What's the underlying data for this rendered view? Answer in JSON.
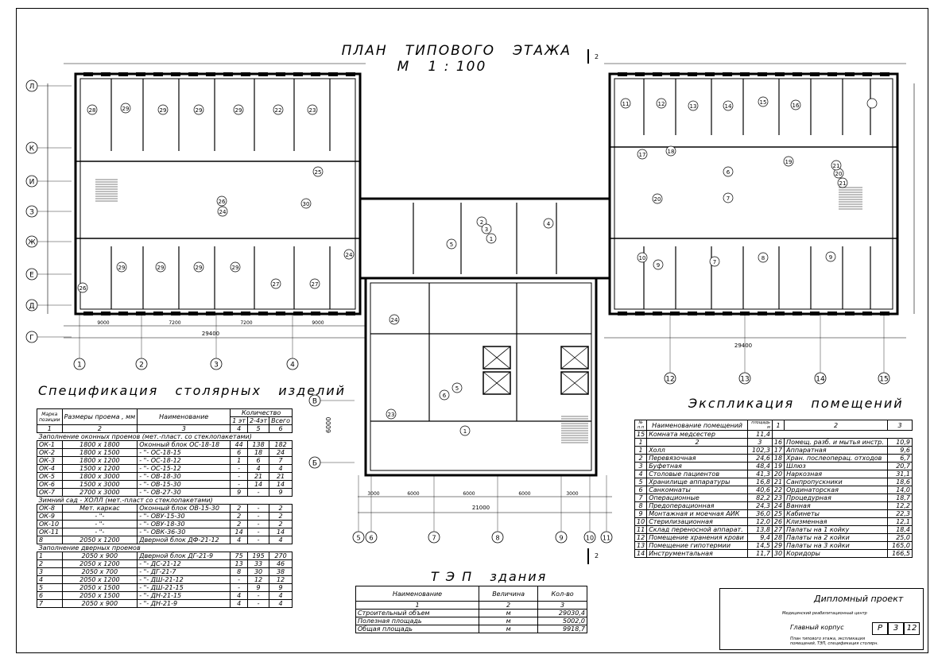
{
  "plan": {
    "title": "ПЛАН   ТИПОВОГО   ЭТАЖА",
    "scale": "М   1 : 100",
    "axis_letters": [
      "Л",
      "К",
      "И",
      "З",
      "Ж",
      "Е",
      "Д",
      "Г",
      "В",
      "Б"
    ],
    "axis_numbers_left": [
      "1",
      "2",
      "3",
      "4"
    ],
    "axis_numbers_right": [
      "12",
      "13",
      "14",
      "15"
    ],
    "axis_numbers_center": [
      "5",
      "6",
      "7",
      "8",
      "9",
      "10",
      "11"
    ],
    "dims": {
      "left_total": "29400",
      "right_total": "29400",
      "center_total": "21000",
      "left_spans": [
        "9000",
        "7200",
        "7200",
        "9000"
      ],
      "center_spans": [
        "3000",
        "6000",
        "6000",
        "6000",
        "3000"
      ],
      "center_vertical": "6000",
      "section_mark": "2"
    },
    "room_numbers_left_top": [
      "28",
      "29",
      "29",
      "29",
      "29",
      "22",
      "23"
    ],
    "room_numbers_left_mid": [
      "25",
      "26",
      "24",
      "30"
    ],
    "room_numbers_left_bottom": [
      "26",
      "29",
      "29",
      "29",
      "29",
      "27",
      "27"
    ],
    "room_numbers_center": [
      "2",
      "1",
      "3",
      "5",
      "4",
      "24",
      "23",
      "5",
      "6",
      "24",
      "1"
    ],
    "room_numbers_right_top": [
      "11",
      "12",
      "13",
      "14",
      "15",
      "16"
    ],
    "room_numbers_right_mid": [
      "17",
      "18",
      "19",
      "20",
      "21",
      "6",
      "7",
      "20",
      "21"
    ],
    "room_numbers_right_bottom": [
      "10",
      "9",
      "7",
      "8",
      "9"
    ]
  },
  "spec": {
    "title": "Спецификация   столярных   изделий",
    "headers": {
      "mark": "Марка позиции",
      "size": "Размеры проема , мм",
      "name": "Наименование",
      "qty": "Количество",
      "q1": "1 эт",
      "q2": "2-4эт",
      "q3": "Всего"
    },
    "colnums": [
      "1",
      "2",
      "3",
      "4",
      "5",
      "6"
    ],
    "groups": [
      {
        "title": "Заполнение оконных проемов (мет.-пласт. со стеклопакетами)",
        "rows": [
          [
            "ОК-1",
            "1800 x 1800",
            "Оконный блок ОС-18-18",
            "44",
            "138",
            "182"
          ],
          [
            "ОК-2",
            "1800 x 1500",
            "- \"-         ОС-18-15",
            "6",
            "18",
            "24"
          ],
          [
            "ОК-3",
            "1800 x 1200",
            "- \"-         ОС-18-12",
            "1",
            "6",
            "7"
          ],
          [
            "ОК-4",
            "1500 x 1200",
            "- \"-         ОС-15-12",
            "-",
            "4",
            "4"
          ],
          [
            "ОК-5",
            "1800 x 3000",
            "- \"-         ОВ-18-30",
            "-",
            "21",
            "21"
          ],
          [
            "ОК-6",
            "1500 x 3000",
            "- \"-         ОВ-15-30",
            "-",
            "14",
            "14"
          ],
          [
            "ОК-7",
            "2700 x 3000",
            "- \"-         ОВ-27-30",
            "9",
            "-",
            "9"
          ]
        ]
      },
      {
        "title": "Зимний сад - ХОЛЛ (мет.-пласт со стеклопакетами)",
        "rows": [
          [
            "ОК-8",
            "Мет. каркас",
            "Оконный блок ОВ-15-30",
            "2",
            "-",
            "2"
          ],
          [
            "ОК-9",
            "- \"-",
            "- \"-         ОВУ-15-30",
            "2",
            "-",
            "2"
          ],
          [
            "ОК-10",
            "- \"-",
            "- \"-         ОВУ-18-30",
            "2",
            "-",
            "2"
          ],
          [
            "ОК-11",
            "- \"-",
            "- \"-         ОВК-36-30",
            "14",
            "-",
            "14"
          ],
          [
            "8",
            "2050 x 1200",
            "Дверной блок ДФ-21-12",
            "4",
            "-",
            "4"
          ]
        ]
      },
      {
        "title": "Заполнение дверных  проемов",
        "rows": [
          [
            "1",
            "2050 x 900",
            "Дверной блок ДГ-21-9",
            "75",
            "195",
            "270"
          ],
          [
            "2",
            "2050 x 1200",
            "- \"-        ДС-21-12",
            "13",
            "33",
            "46"
          ],
          [
            "3",
            "2050 x 700",
            "- \"-        ДГ-21-7",
            "8",
            "30",
            "38"
          ],
          [
            "4",
            "2050 x 1200",
            "- \"-        ДШ-21-12",
            "-",
            "12",
            "12"
          ],
          [
            "5",
            "2050 x 1500",
            "- \"-        ДШ-21-15",
            "-",
            "9",
            "9"
          ],
          [
            "6",
            "2050 x 1500",
            "- \"-        ДН-21-15",
            "4",
            "-",
            "4"
          ],
          [
            "7",
            "2050 x 900",
            "- \"-        ДН-21-9",
            "4",
            "-",
            "4"
          ]
        ]
      }
    ]
  },
  "expl": {
    "title": "Экспликация   помещений",
    "headers": {
      "num": "№ п.п",
      "name": "Наименование помещений",
      "area": "площадь м",
      "c1": "1",
      "c2": "2",
      "c3": "3"
    },
    "left": [
      [
        "1",
        "Холл",
        "102,3"
      ],
      [
        "2",
        "Перевязочная",
        "24,6"
      ],
      [
        "3",
        "Буфетная",
        "48,4"
      ],
      [
        "4",
        "Столовые пациентов",
        "41,3"
      ],
      [
        "5",
        "Хранилище аппаратуры",
        "16,8"
      ],
      [
        "6",
        "Санкомнаты",
        "40,6"
      ],
      [
        "7",
        "Операционные",
        "82,2"
      ],
      [
        "8",
        "Предоперационная",
        "24,3"
      ],
      [
        "9",
        "Монтажная и моечная АИК",
        "36,0"
      ],
      [
        "10",
        "Стерилизационная",
        "12,0"
      ],
      [
        "11",
        "Склад переносной аппарат.",
        "13,8"
      ],
      [
        "12",
        "Помещение хранения крови",
        "9,4"
      ],
      [
        "13",
        "Помещение гипотермии",
        "14,5"
      ],
      [
        "14",
        "Инструментальная",
        "11,7"
      ]
    ],
    "right": [
      [
        "15",
        "Комната медсестер",
        "11,4"
      ],
      [
        "16",
        "Помещ. разб. и мытья инстр.",
        "10,9"
      ],
      [
        "17",
        "Аппаратная",
        "9,6"
      ],
      [
        "18",
        "Хран. послеоперац. отходов",
        "6,7"
      ],
      [
        "19",
        "Шлюз",
        "20,7"
      ],
      [
        "20",
        "Наркозная",
        "31,1"
      ],
      [
        "21",
        "Санпропускники",
        "18,6"
      ],
      [
        "22",
        "Ординаторская",
        "14,0"
      ],
      [
        "23",
        "Процедурная",
        "18,7"
      ],
      [
        "24",
        "Ванная",
        "12,2"
      ],
      [
        "25",
        "Кабинеты",
        "22,3"
      ],
      [
        "26",
        "Клизменная",
        "12,1"
      ],
      [
        "27",
        "Палаты на 1 койку",
        "18,4"
      ],
      [
        "28",
        "Палаты на 2 койки",
        "25,0"
      ],
      [
        "29",
        "Палаты на 3 койки",
        "165,0"
      ],
      [
        "30",
        "Коридоры",
        "166,5"
      ]
    ]
  },
  "tep": {
    "title": "Т Э П   здания",
    "headers": [
      "Наименование",
      "Величина",
      "Кол-во"
    ],
    "colnums": [
      "1",
      "2",
      "3"
    ],
    "rows": [
      [
        "Строительный объем",
        "м",
        "29030,4"
      ],
      [
        "Полезная площадь",
        "м",
        "5002,0"
      ],
      [
        "Общая площадь",
        "м",
        "9918,7"
      ]
    ]
  },
  "stamp": {
    "project": "Дипломный проект",
    "org": "Медицинский реабилитационный центр",
    "building": "Главный корпус",
    "sheet_desc": "План типового этажа, экспликация помещений, ТЭП, спецификация столярн.",
    "stage": "Р",
    "sheet": "3",
    "sheets": "12"
  }
}
